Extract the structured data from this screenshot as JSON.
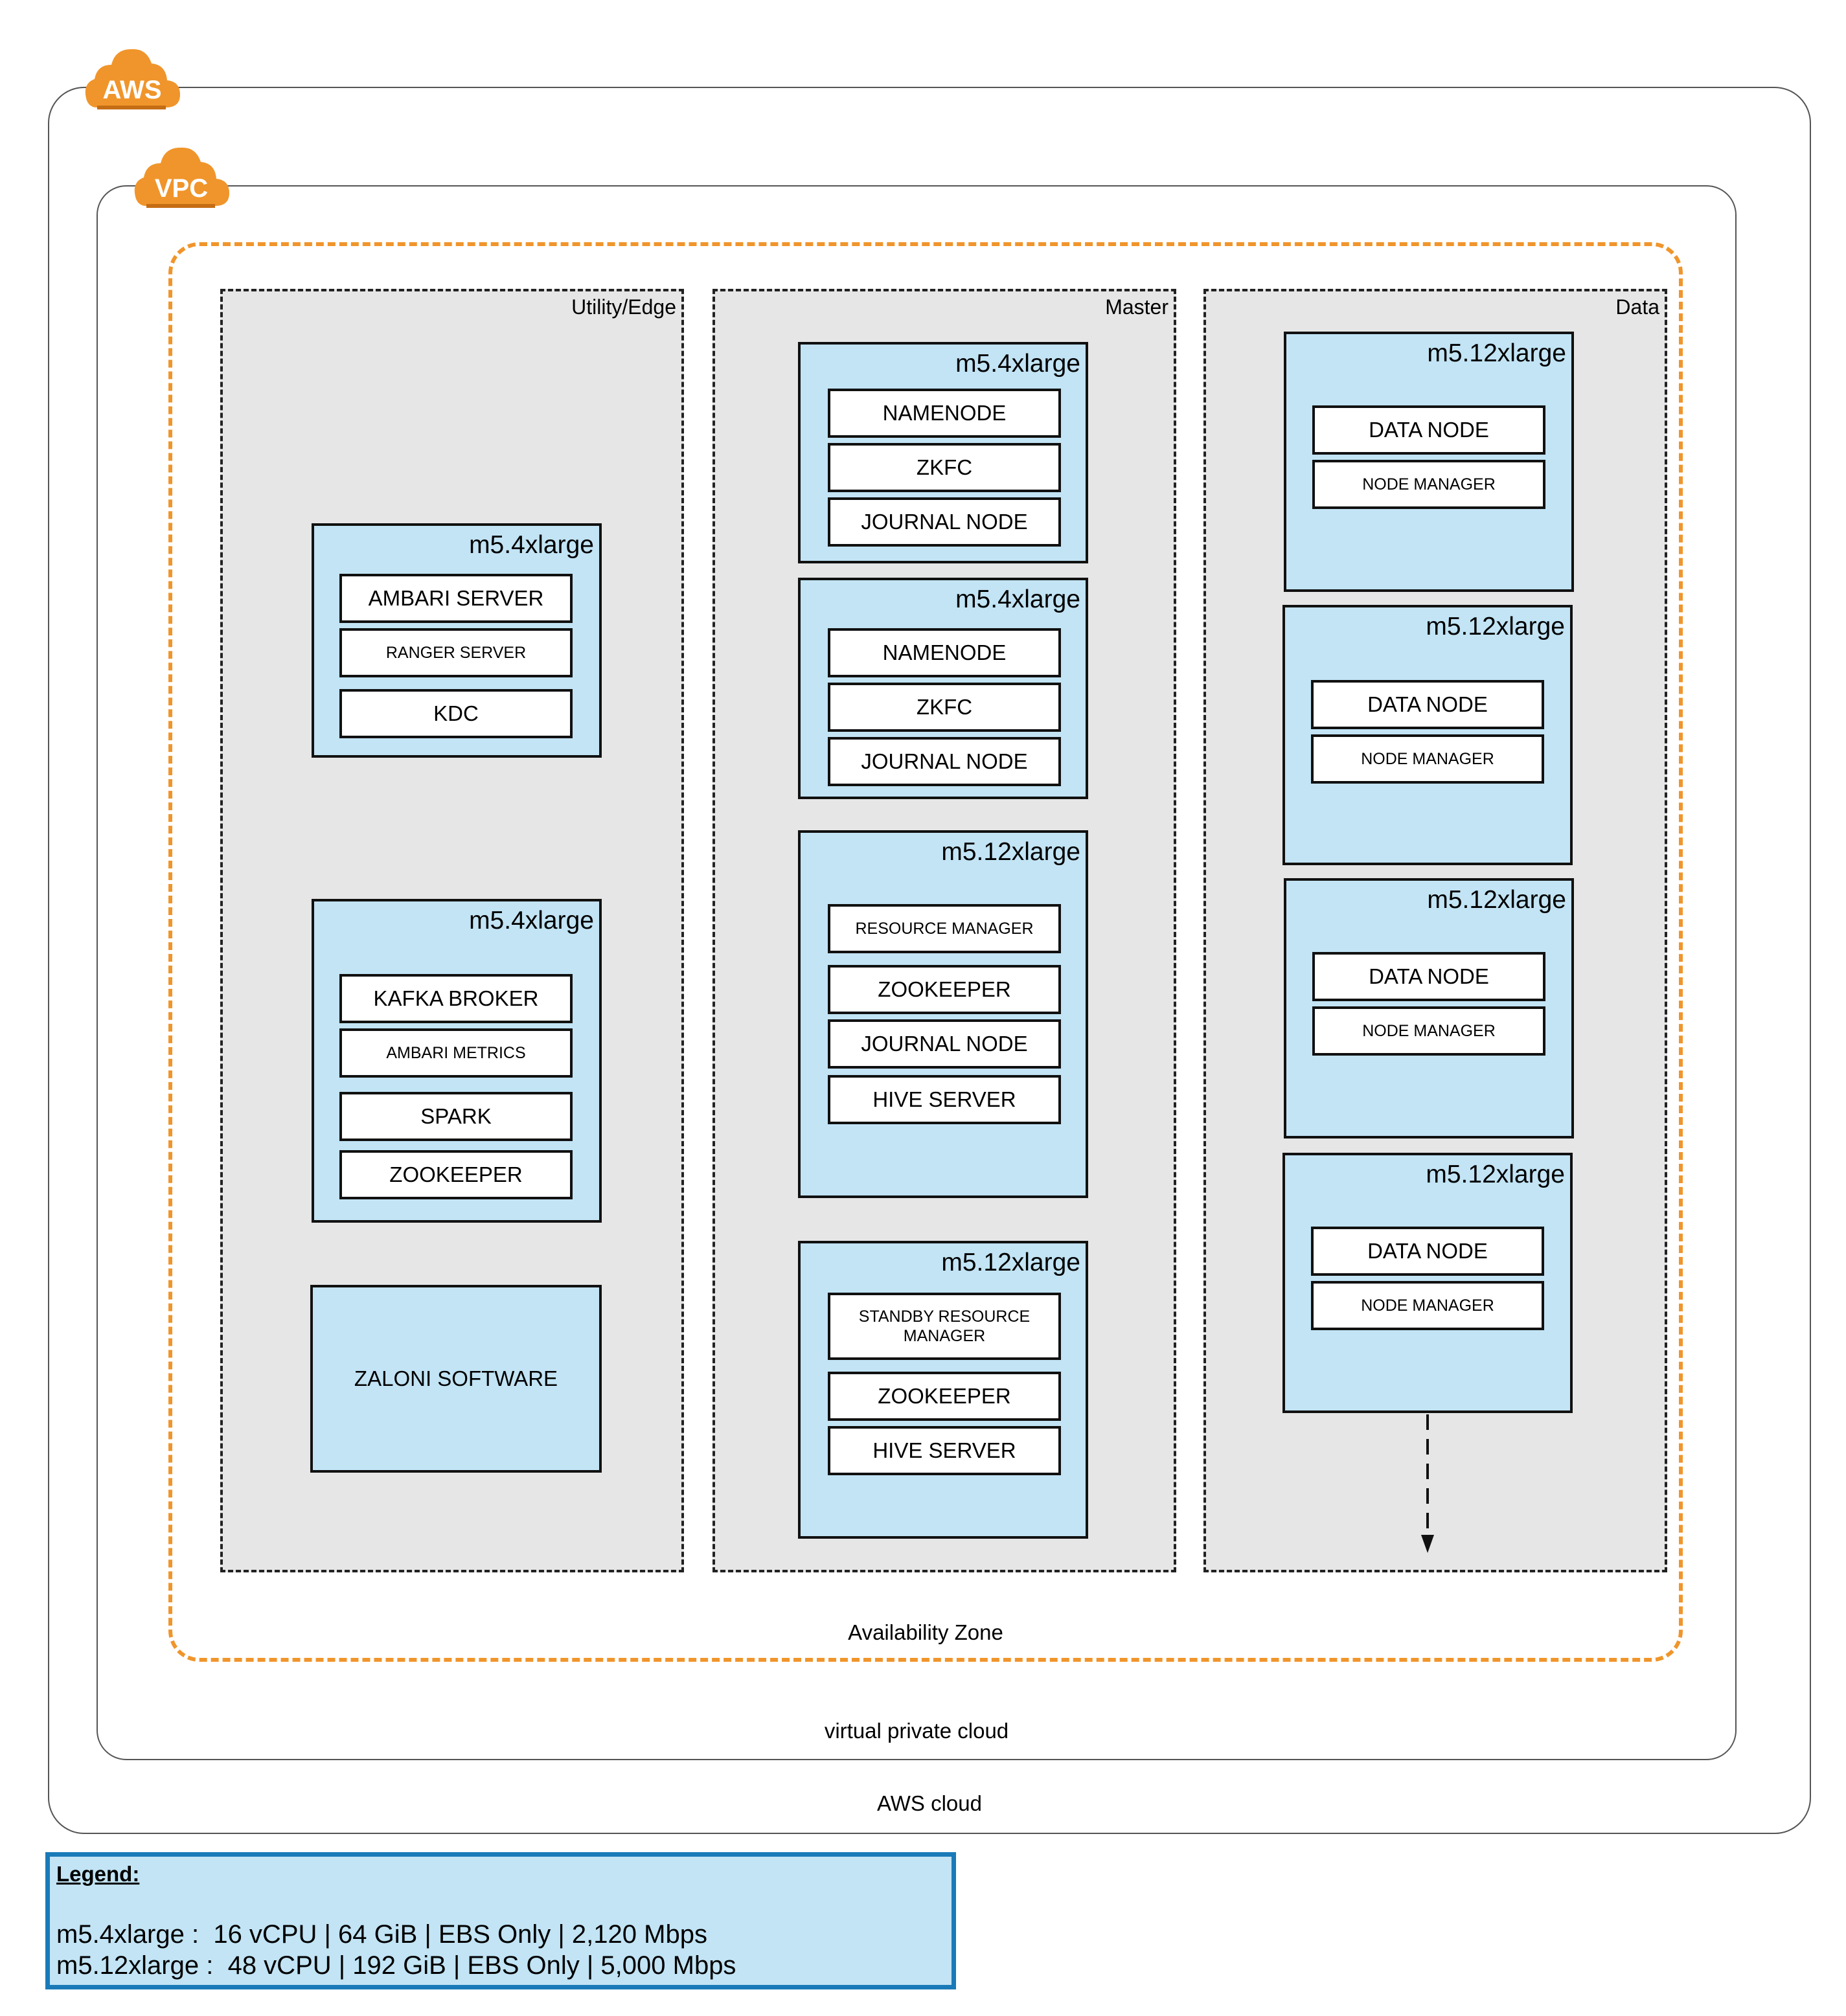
{
  "aws": {
    "badge": "AWS",
    "caption": "AWS cloud"
  },
  "vpc": {
    "badge": "VPC",
    "caption": "virtual private cloud"
  },
  "availability_zone": {
    "caption": "Availability Zone"
  },
  "zones": {
    "utility": {
      "label": "Utility/Edge",
      "instances": [
        {
          "title": "m5.4xlarge",
          "services": [
            "AMBARI SERVER",
            "RANGER SERVER",
            "KDC"
          ]
        },
        {
          "title": "m5.4xlarge",
          "services": [
            "KAFKA BROKER",
            "AMBARI METRICS",
            "SPARK",
            "ZOOKEEPER"
          ]
        }
      ],
      "zaloni": "ZALONI SOFTWARE"
    },
    "master": {
      "label": "Master",
      "instances": [
        {
          "title": "m5.4xlarge",
          "services": [
            "NAMENODE",
            "ZKFC",
            "JOURNAL NODE"
          ]
        },
        {
          "title": "m5.4xlarge",
          "services": [
            "NAMENODE",
            "ZKFC",
            "JOURNAL NODE"
          ]
        },
        {
          "title": "m5.12xlarge",
          "services": [
            "RESOURCE MANAGER",
            "ZOOKEEPER",
            "JOURNAL NODE",
            "HIVE SERVER"
          ]
        },
        {
          "title": "m5.12xlarge",
          "services": [
            "STANDBY RESOURCE MANAGER",
            "ZOOKEEPER",
            "HIVE SERVER"
          ]
        }
      ]
    },
    "data": {
      "label": "Data",
      "instances": [
        {
          "title": "m5.12xlarge",
          "services": [
            "DATA NODE",
            "NODE MANAGER"
          ]
        },
        {
          "title": "m5.12xlarge",
          "services": [
            "DATA NODE",
            "NODE MANAGER"
          ]
        },
        {
          "title": "m5.12xlarge",
          "services": [
            "DATA NODE",
            "NODE MANAGER"
          ]
        },
        {
          "title": "m5.12xlarge",
          "services": [
            "DATA NODE",
            "NODE MANAGER"
          ]
        }
      ]
    }
  },
  "legend": {
    "title": "Legend:",
    "lines": [
      "m5.4xlarge :  16 vCPU | 64 GiB | EBS Only | 2,120 Mbps",
      "m5.12xlarge :  48 vCPU | 192 GiB | EBS Only | 5,000 Mbps"
    ]
  },
  "colors": {
    "instance_fill": "#c2e4f5",
    "zone_fill": "#e6e6e6",
    "az_border": "#f0952b",
    "badge_fill": "#f0952b",
    "legend_border": "#1a7ab8"
  }
}
